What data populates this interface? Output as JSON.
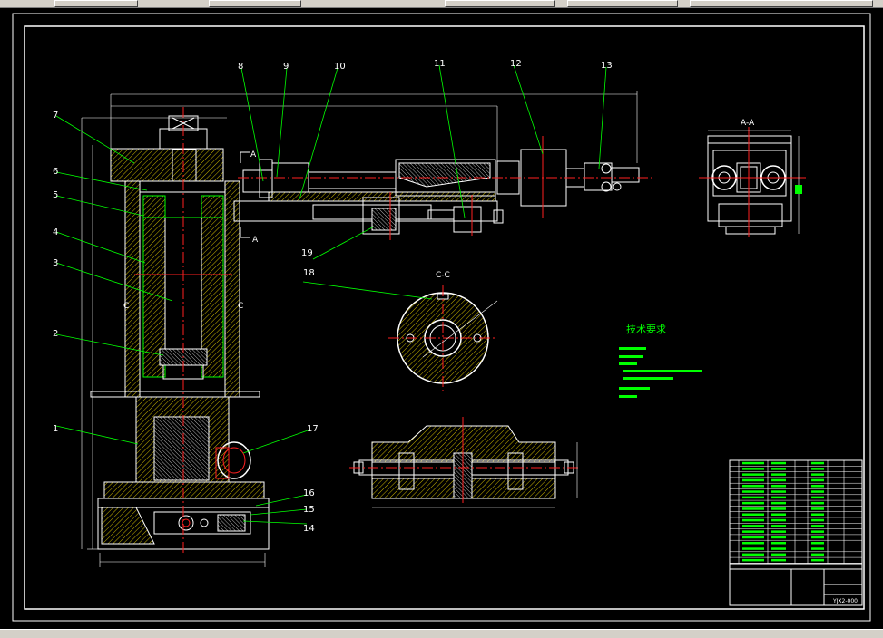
{
  "colors": {
    "line": "#ffffff",
    "part": "#00ff00",
    "leader": "#00ff00",
    "axis": "#ff2020",
    "dim": "#ffffff",
    "hatch": "#ffff00",
    "background": "#000000"
  },
  "callouts": [
    "1",
    "2",
    "3",
    "4",
    "5",
    "6",
    "7",
    "8",
    "9",
    "10",
    "11",
    "12",
    "13",
    "14",
    "15",
    "16",
    "17",
    "18",
    "19"
  ],
  "section_labels": {
    "aa": "A-A",
    "cc": "C-C",
    "a_top": "A",
    "a_bottom": "A",
    "c_left": "C",
    "c_right": "C"
  },
  "tech_req": {
    "title": "技术要求"
  },
  "title_block": {
    "drawing_no": "YJX2-000"
  }
}
